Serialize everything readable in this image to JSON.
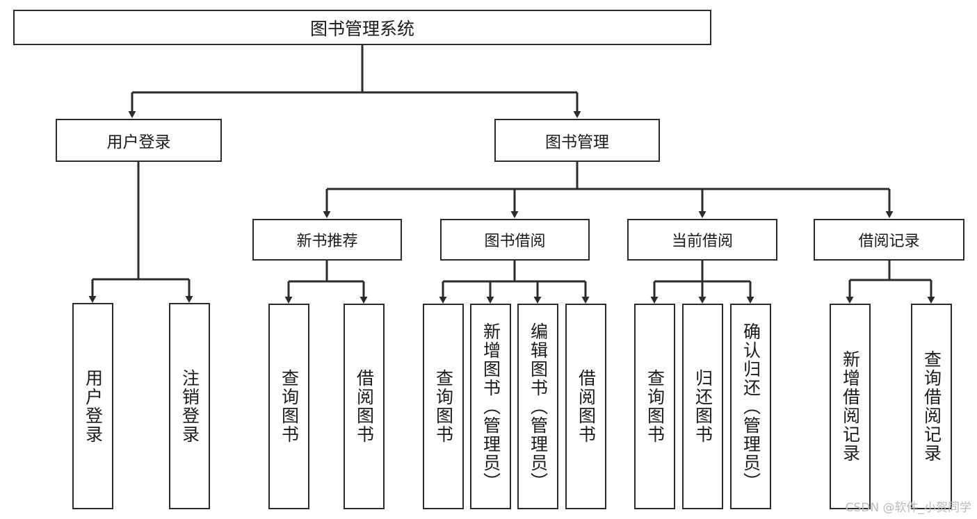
{
  "diagram": {
    "type": "tree",
    "title": "图书管理系统",
    "root": {
      "id": "root",
      "label": "图书管理系统"
    },
    "level1": [
      {
        "id": "user-login",
        "label": "用户登录"
      },
      {
        "id": "book-manage",
        "label": "图书管理"
      }
    ],
    "level2": [
      {
        "id": "new-book-rec",
        "label": "新书推荐",
        "parent": "book-manage"
      },
      {
        "id": "book-borrow",
        "label": "图书借阅",
        "parent": "book-manage"
      },
      {
        "id": "current-borrow",
        "label": "当前借阅",
        "parent": "book-manage"
      },
      {
        "id": "borrow-record",
        "label": "借阅记录",
        "parent": "book-manage"
      }
    ],
    "leaves": [
      {
        "id": "leaf-user-login",
        "label": "用户登录",
        "parent": "user-login"
      },
      {
        "id": "leaf-logout-login",
        "label": "注销登录",
        "parent": "user-login"
      },
      {
        "id": "leaf-query-book-1",
        "label": "查询图书",
        "parent": "new-book-rec"
      },
      {
        "id": "leaf-borrow-book-1",
        "label": "借阅图书",
        "parent": "new-book-rec"
      },
      {
        "id": "leaf-query-book-2",
        "label": "查询图书",
        "parent": "book-borrow"
      },
      {
        "id": "leaf-add-book",
        "label": "新增图书（管理员）",
        "parent": "book-borrow"
      },
      {
        "id": "leaf-edit-book",
        "label": "编辑图书（管理员）",
        "parent": "book-borrow"
      },
      {
        "id": "leaf-borrow-book-2",
        "label": "借阅图书",
        "parent": "book-borrow"
      },
      {
        "id": "leaf-query-book-3",
        "label": "查询图书",
        "parent": "current-borrow"
      },
      {
        "id": "leaf-return-book",
        "label": "归还图书",
        "parent": "current-borrow"
      },
      {
        "id": "leaf-confirm-return",
        "label": "确认归还（管理员）",
        "parent": "current-borrow"
      },
      {
        "id": "leaf-add-record",
        "label": "新增借阅记录",
        "parent": "borrow-record"
      },
      {
        "id": "leaf-query-record",
        "label": "查询借阅记录",
        "parent": "borrow-record"
      }
    ]
  },
  "watermark": {
    "text": "CSDN @软件_小贺同学"
  },
  "colors": {
    "box_border": "#2b2b2b",
    "box_fill": "#ffffff",
    "connector": "#2b2b2b",
    "text": "#1a1a1a",
    "watermark": "#b9b9b9",
    "background": "#ffffff"
  }
}
